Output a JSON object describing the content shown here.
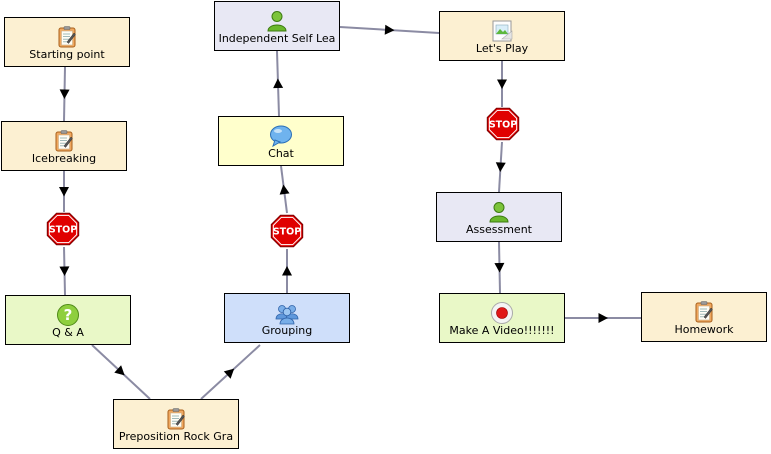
{
  "colors": {
    "activity": "#fcf0d2",
    "assessment": "#e8e8f4",
    "chat": "#ffffcc",
    "qa": "#e9f8c7",
    "grouping": "#cfdffa",
    "video": "#e9f8c7",
    "connector": "#8b8ba3",
    "stop_fill": "#e00000"
  },
  "nodes": [
    {
      "id": "starting-point",
      "label": "Starting point",
      "icon": "notepad-icon",
      "color": "activity"
    },
    {
      "id": "icebreaking",
      "label": "Icebreaking",
      "icon": "notepad-icon",
      "color": "activity"
    },
    {
      "id": "qa",
      "label": "Q & A",
      "icon": "question-icon",
      "color": "qa"
    },
    {
      "id": "preposition",
      "label": "Preposition Rock Gra",
      "icon": "notepad-icon",
      "color": "activity"
    },
    {
      "id": "grouping",
      "label": "Grouping",
      "icon": "group-icon",
      "color": "grouping"
    },
    {
      "id": "chat",
      "label": "Chat",
      "icon": "chat-bubble-icon",
      "color": "chat"
    },
    {
      "id": "independent",
      "label": "Independent Self Lea",
      "icon": "person-icon",
      "color": "assessment"
    },
    {
      "id": "lets-play",
      "label": "Let's Play",
      "icon": "picture-icon",
      "color": "activity"
    },
    {
      "id": "assessment",
      "label": "Assessment",
      "icon": "person-icon",
      "color": "assessment"
    },
    {
      "id": "video",
      "label": "Make A Video!!!!!!!",
      "icon": "record-icon",
      "color": "video"
    },
    {
      "id": "homework",
      "label": "Homework",
      "icon": "notepad-icon",
      "color": "activity"
    }
  ],
  "stop_gates": [
    {
      "id": "stop-1",
      "label": "STOP"
    },
    {
      "id": "stop-2",
      "label": "STOP"
    },
    {
      "id": "stop-3",
      "label": "STOP"
    }
  ]
}
